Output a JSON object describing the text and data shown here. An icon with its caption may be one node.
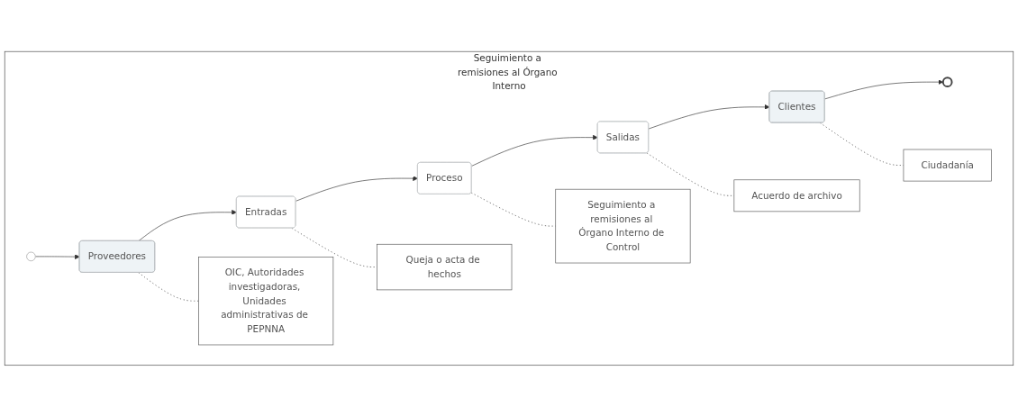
{
  "diagram": {
    "nodes": [
      {
        "text": [
          "Seguimiento a remisiones al Órgano Interno"
        ]
      },
      {
        "text": [],
        "shape": "circle",
        "in": 0
      },
      {
        "text": [
          "Proveedores"
        ],
        "in": 0
      },
      {
        "text": [
          "Entradas"
        ],
        "in": 0
      },
      {
        "text": [
          "Proceso"
        ],
        "in": 0
      },
      {
        "text": [
          "Salidas"
        ],
        "in": 0
      },
      {
        "text": [
          "Clientes"
        ],
        "in": 0
      },
      {
        "text": [],
        "shape": "circle",
        "in": 0
      },
      {
        "text": [
          "OIC, Autoridades investigadoras, Unidades administrativas de PEPNNA"
        ],
        "in": 0
      },
      {
        "text": [
          "Queja o acta de hechos"
        ],
        "in": 0
      },
      {
        "text": [
          "Seguimiento a remisiones al Órgano Interno de Control"
        ],
        "in": 0
      },
      {
        "text": [
          "Acuerdo de archivo"
        ],
        "in": 0
      },
      {
        "text": [
          "Ciudadanía"
        ],
        "in": 0
      }
    ],
    "edges": [
      {
        "from": 1,
        "to": 2,
        "arrow": "to"
      },
      {
        "from": 2,
        "to": 3,
        "arrow": "to"
      },
      {
        "from": 3,
        "to": 4,
        "arrow": "to"
      },
      {
        "from": 4,
        "to": 5,
        "arrow": "to"
      },
      {
        "from": 5,
        "to": 6,
        "arrow": "to"
      },
      {
        "from": 6,
        "to": 7,
        "arrow": "to"
      },
      {
        "from": 2,
        "to": 8,
        "arrow": "none",
        "style": "dashed"
      },
      {
        "from": 3,
        "to": 9,
        "arrow": "none",
        "style": "dashed"
      },
      {
        "from": 4,
        "to": 10,
        "arrow": "none",
        "style": "dashed"
      },
      {
        "from": 5,
        "to": 11,
        "arrow": "none",
        "style": "dashed"
      },
      {
        "from": 6,
        "to": 12,
        "arrow": "none",
        "style": "dashed"
      }
    ]
  }
}
